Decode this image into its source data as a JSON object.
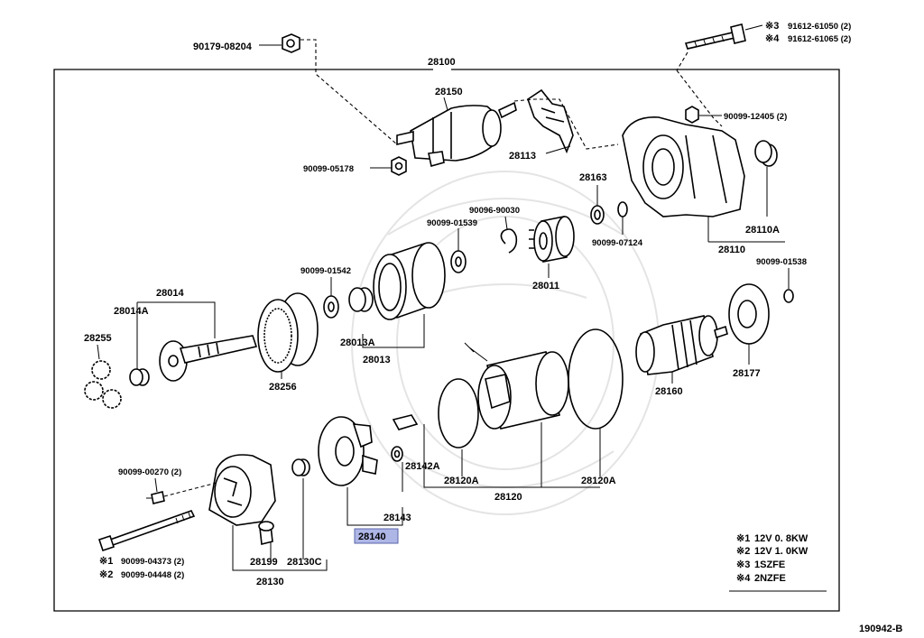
{
  "diagram_id": "190942-B",
  "highlight": {
    "part": "28140",
    "color": "#aeb6e6"
  },
  "frame_title": "28100",
  "parts": {
    "p90179_08204": "90179-08204",
    "p28100": "28100",
    "p91612_61050": "91612-61050 (2)",
    "p91612_61065": "91612-61065 (2)",
    "mark3": "※3",
    "mark4": "※4",
    "p28150": "28150",
    "p90099_12405": "90099-12405 (2)",
    "p28113": "28113",
    "p90099_05178": "90099-05178",
    "p28163": "28163",
    "p90096_90030": "90096-90030",
    "p90099_01539": "90099-01539",
    "p90099_07124": "90099-07124",
    "p28110A": "28110A",
    "p28110": "28110",
    "p28011": "28011",
    "p90099_01542": "90099-01542",
    "p28014": "28014",
    "p28014A": "28014A",
    "p28013A": "28013A",
    "p28013": "28013",
    "p90099_01538": "90099-01538",
    "p28255": "28255",
    "p28256": "28256",
    "p28160": "28160",
    "p28177": "28177",
    "p90099_00270": "90099-00270 (2)",
    "p28142A": "28142A",
    "p28120A_1": "28120A",
    "p28120A_2": "28120A",
    "p28120": "28120",
    "p28143": "28143",
    "p28140": "28140",
    "p90099_04373": "90099-04373 (2)",
    "p90099_04448": "90099-04448 (2)",
    "mark1": "※1",
    "mark2": "※2",
    "p28199": "28199",
    "p28130C": "28130C",
    "p28130": "28130"
  },
  "legend": [
    {
      "mark": "※1",
      "text": "12V  0. 8KW"
    },
    {
      "mark": "※2",
      "text": "12V  1. 0KW"
    },
    {
      "mark": "※3",
      "text": "1SZFE"
    },
    {
      "mark": "※4",
      "text": "2NZFE"
    }
  ]
}
